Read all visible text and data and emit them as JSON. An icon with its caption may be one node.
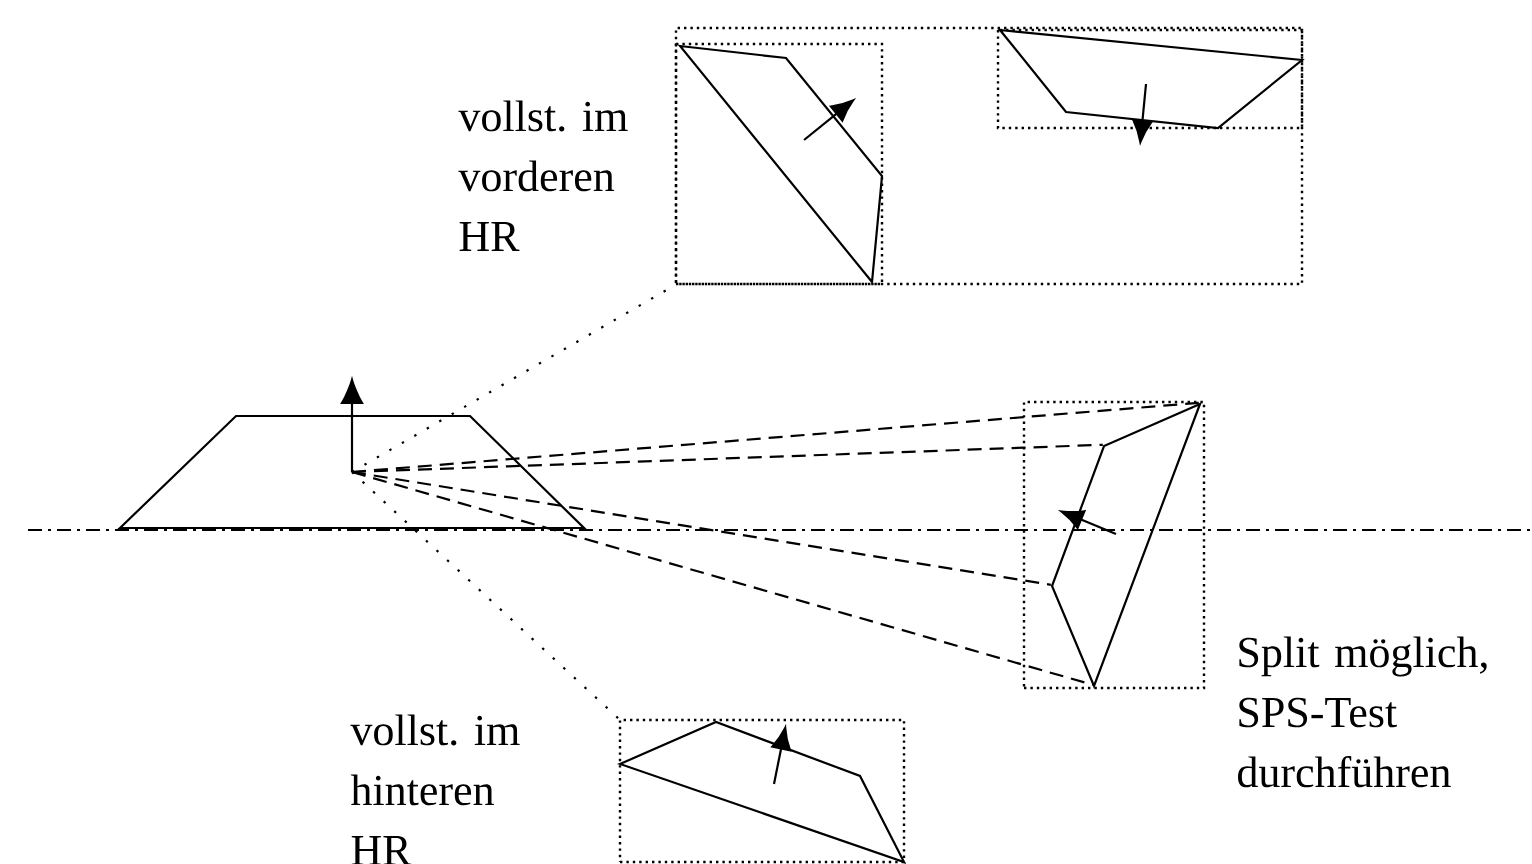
{
  "diagram": {
    "nodes": [
      {
        "text": [],
        "shape": "box",
        "beside": [
          "vollst. im vorderen HR"
        ]
      },
      {
        "text": [],
        "shape": "picture"
      },
      {
        "text": [],
        "shape": "box",
        "beside": [
          "Split möglich, SPS-Test durchführen"
        ]
      },
      {
        "text": [],
        "shape": "box",
        "beside": [
          "vollst. im hinteren HR"
        ]
      }
    ],
    "edges": [
      {
        "from": 1,
        "to": 0,
        "arrow": "none"
      },
      {
        "from": 1,
        "to": 2,
        "arrow": "none",
        "style": "dashed"
      },
      {
        "from": 1,
        "to": 2,
        "arrow": "none",
        "style": "dashed"
      },
      {
        "from": 1,
        "to": 2,
        "arrow": "none",
        "style": "dashed"
      },
      {
        "from": 1,
        "to": 2,
        "arrow": "none",
        "style": "dashed"
      },
      {
        "from": 1,
        "to": 3,
        "arrow": "none"
      }
    ]
  }
}
